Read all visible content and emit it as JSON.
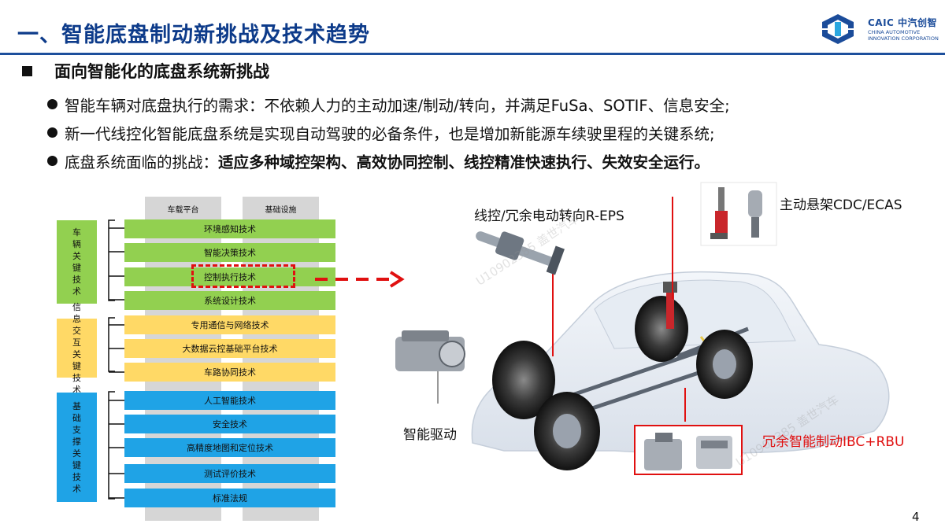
{
  "slide": {
    "title": "一、智能底盘制动新挑战及技术趋势",
    "logo": {
      "main": "CAIC 中汽创智",
      "line1": "CHINA AUTOMOTIVE",
      "line2": "INNOVATION CORPORATION"
    },
    "heading": "面向智能化的底盘系统新挑战",
    "bullets": [
      {
        "text": "智能车辆对底盘执行的需求：不依赖人力的主动加速/制动/转向，并满足FuSa、SOTIF、信息安全;",
        "bold": ""
      },
      {
        "text": "新一代线控化智能底盘系统是实现自动驾驶的必备条件，也是增加新能源车续驶里程的关键系统;",
        "bold": ""
      },
      {
        "text": "底盘系统面临的挑战：",
        "bold": "适应多种域控架构、高效协同控制、线控精准快速执行、失效安全运行。"
      }
    ],
    "page_number": "4"
  },
  "diagram": {
    "columns": [
      "车载平台",
      "基础设施"
    ],
    "groups": [
      {
        "label": "车辆关键技术",
        "color": "#92d050",
        "items": [
          "环境感知技术",
          "智能决策技术",
          "控制执行技术",
          "系统设计技术"
        ]
      },
      {
        "label": "信息交互关键技术",
        "color": "#ffd966",
        "items": [
          "专用通信与网络技术",
          "大数据云控基础平台技术",
          "车路协同技术"
        ]
      },
      {
        "label": "基础支撑关键技术",
        "color": "#1fa3e6",
        "items": [
          "人工智能技术",
          "安全技术",
          "高精度地图和定位技术",
          "测试评价技术",
          "标准法规"
        ]
      }
    ],
    "highlight_item": "控制执行技术"
  },
  "callouts": {
    "steering": "线控/冗余电动转向R-EPS",
    "suspension": "主动悬架CDC/ECAS",
    "drive": "智能驱动",
    "brake": "冗余智能制动IBC+RBU"
  },
  "watermark": {
    "code": "U10902385",
    "brand": "盖世汽车"
  },
  "colors": {
    "title": "#0d3b8a",
    "accent": "#1d4f9c",
    "alert": "#e01010"
  }
}
